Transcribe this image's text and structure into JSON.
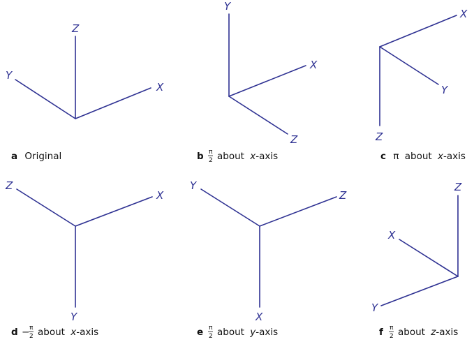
{
  "panels": [
    {
      "letter": "a",
      "caption": "Original",
      "labels": {
        "x": "X",
        "y": "Y",
        "z": "Z"
      }
    },
    {
      "letter": "b",
      "frac_num": "π",
      "frac_den": "2",
      "about": "about",
      "axis_word": "x",
      "axis_suffix": "-axis",
      "labels": {
        "x": "X",
        "y": "Y",
        "z": "Z"
      }
    },
    {
      "letter": "c",
      "angle": "π",
      "about": "about",
      "axis_word": "x",
      "axis_suffix": "-axis",
      "labels": {
        "x": "X",
        "y": "Y",
        "z": "Z"
      }
    },
    {
      "letter": "d",
      "sign": "−",
      "frac_num": "π",
      "frac_den": "2",
      "about": "about",
      "axis_word": "x",
      "axis_suffix": "-axis",
      "labels": {
        "x": "X",
        "y": "Y",
        "z": "Z"
      }
    },
    {
      "letter": "e",
      "frac_num": "π",
      "frac_den": "2",
      "about": "about",
      "axis_word": "y",
      "axis_suffix": "-axis",
      "labels": {
        "x": "X",
        "y": "Y",
        "z": "Z"
      }
    },
    {
      "letter": "f",
      "frac_num": "π",
      "frac_den": "2",
      "about": "about",
      "axis_word": "z",
      "axis_suffix": "-axis",
      "labels": {
        "x": "X",
        "y": "Y",
        "z": "Z"
      }
    }
  ],
  "colors": {
    "axis": "#2e3192",
    "caption": "#111111"
  }
}
